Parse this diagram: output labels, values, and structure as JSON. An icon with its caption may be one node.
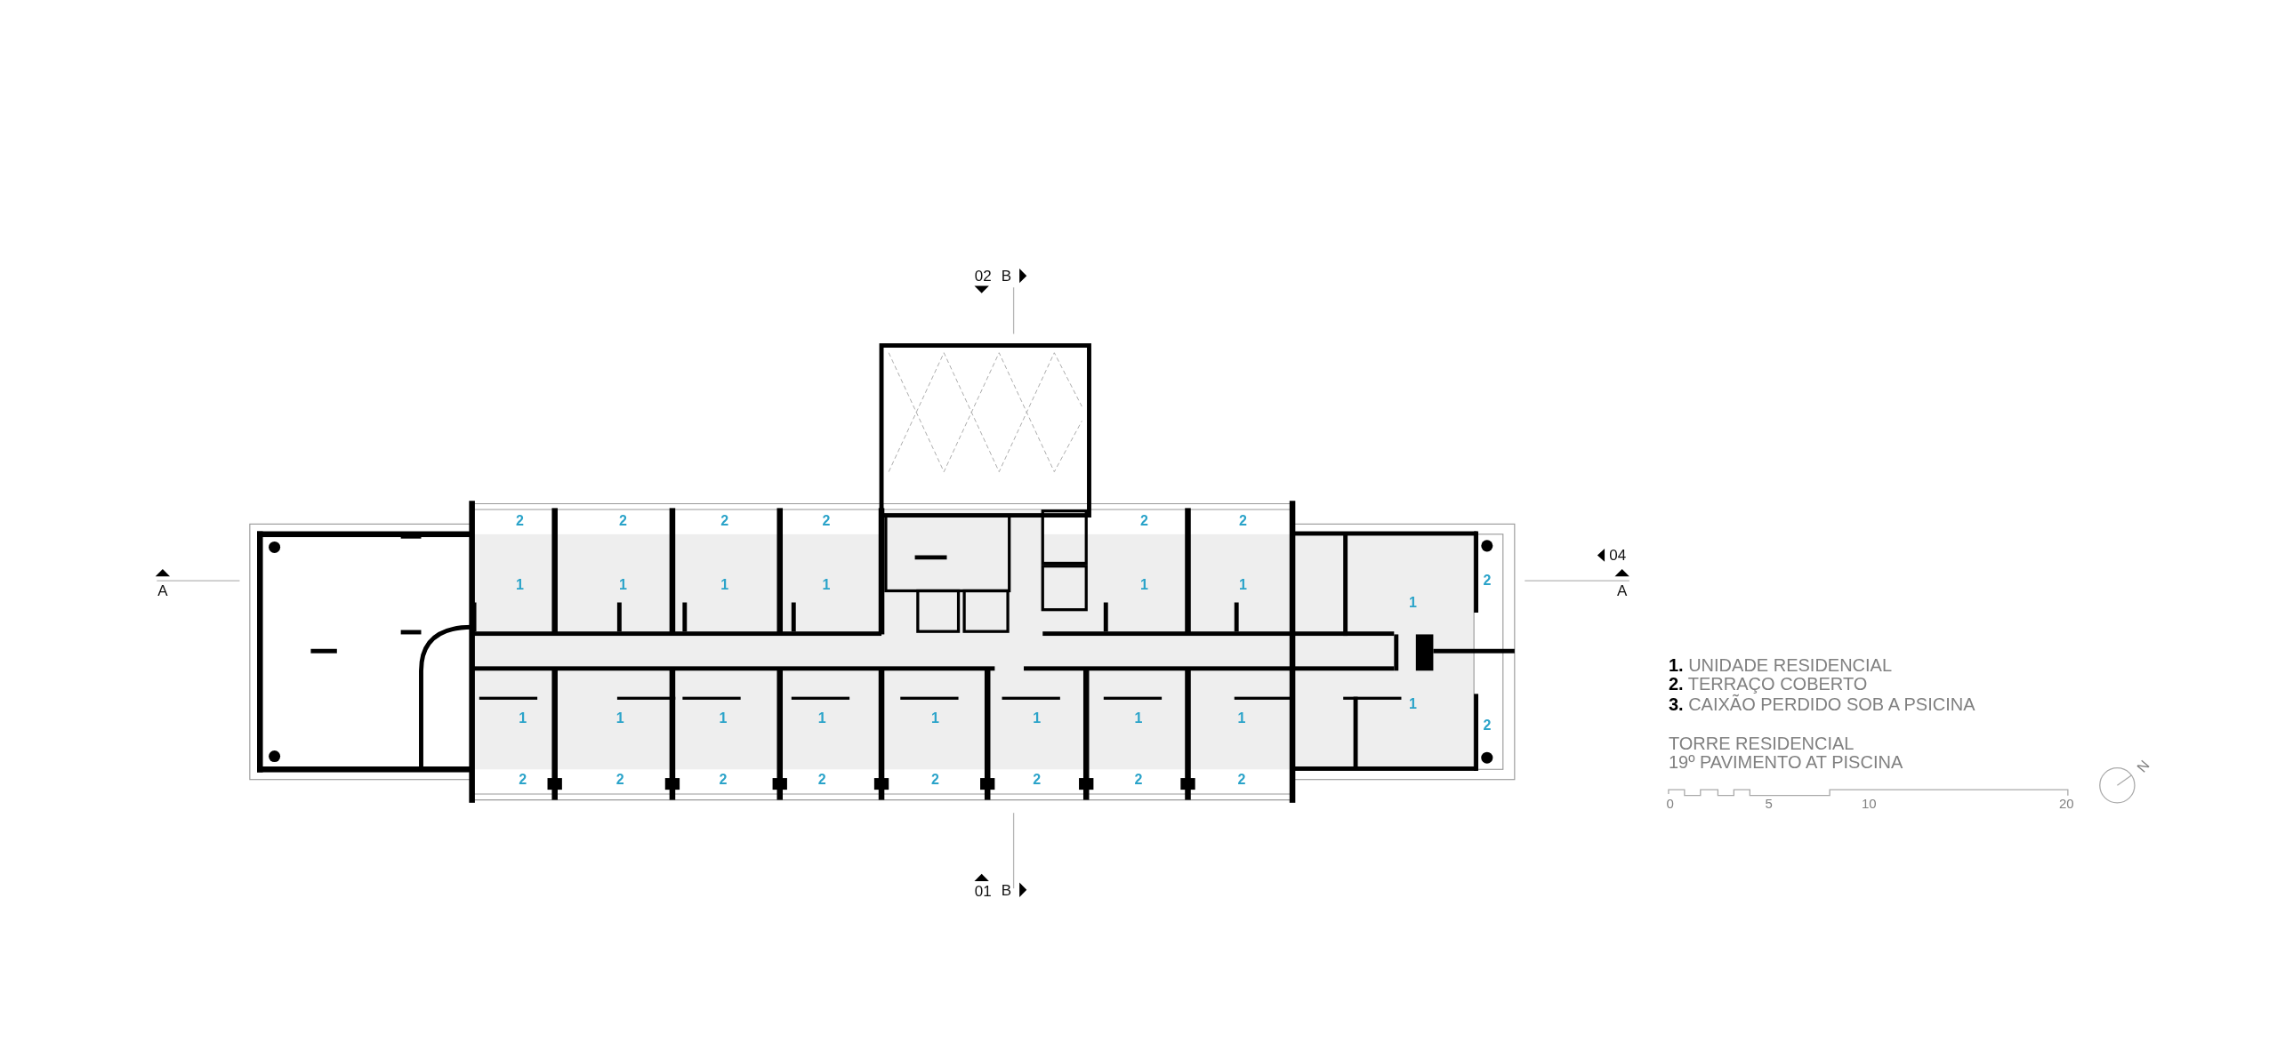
{
  "diagram": {
    "labels": [
      "2",
      "2",
      "2",
      "2",
      "2",
      "2",
      "2",
      "1",
      "1",
      "1",
      "1",
      "1",
      "1",
      "1",
      "1",
      "1",
      "1",
      "1",
      "1",
      "1",
      "1",
      "1",
      "1",
      "2",
      "2",
      "2",
      "2",
      "2",
      "2",
      "2",
      "2",
      "2",
      "02",
      "B",
      "04",
      "A",
      "A",
      "01",
      "B",
      "**1.** UNIDADE RESIDENCIAL",
      "**2.** TERRAÇO COBERTO",
      "**3.** CAIXÃO PERDIDO SOB A PSICINA",
      "TORRE RESIDENCIAL",
      "19º PAVIMENTO AT PISCINA",
      "0",
      "5",
      "10",
      "20",
      "N"
    ]
  }
}
